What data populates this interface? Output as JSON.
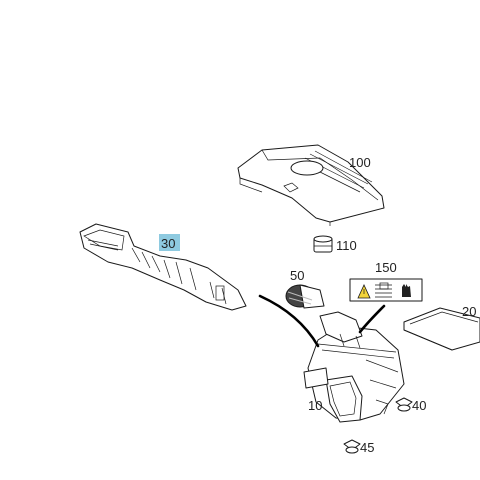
{
  "labels": {
    "p100": "100",
    "p110": "110",
    "p30": "30",
    "p50": "50",
    "p150": "150",
    "p20": "20",
    "p10": "10",
    "p40": "40",
    "p45": "45"
  },
  "highlighted_part": "30",
  "colors": {
    "highlight": "#8ecae0",
    "warning_label_yellow": "#f2d33a"
  }
}
